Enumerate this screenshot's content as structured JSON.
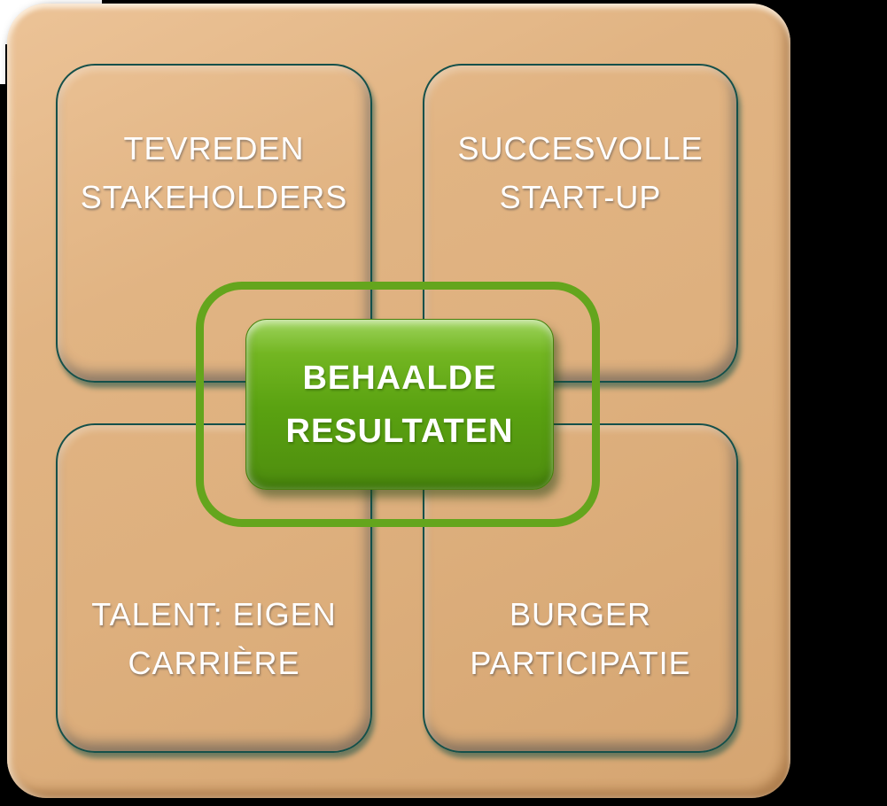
{
  "diagram_title": "Behaalde resultaten diagram",
  "colors": {
    "canvas_background": "#000000",
    "board_tan": "#DEB07E",
    "quadrant_blue": "#2E5C89",
    "quadrant_rim_teal": "#15504A",
    "center_green": "#5AA211",
    "ring_green": "#64A51D",
    "text_white": "#FFFFFF"
  },
  "quadrants": [
    {
      "id": "tevreden-stakeholders",
      "line1": "TEVREDEN",
      "line2": "STAKEHOLDERS"
    },
    {
      "id": "succesvolle-start-up",
      "line1": "SUCCESVOLLE",
      "line2": "START-UP"
    },
    {
      "id": "talent-eigen-carriere",
      "line1": "TALENT: EIGEN",
      "line2": "CARRIÈRE"
    },
    {
      "id": "burger-participatie",
      "line1": "BURGER",
      "line2": "PARTICIPATIE"
    }
  ],
  "center": {
    "line1": "BEHAALDE",
    "line2": "RESULTATEN"
  }
}
